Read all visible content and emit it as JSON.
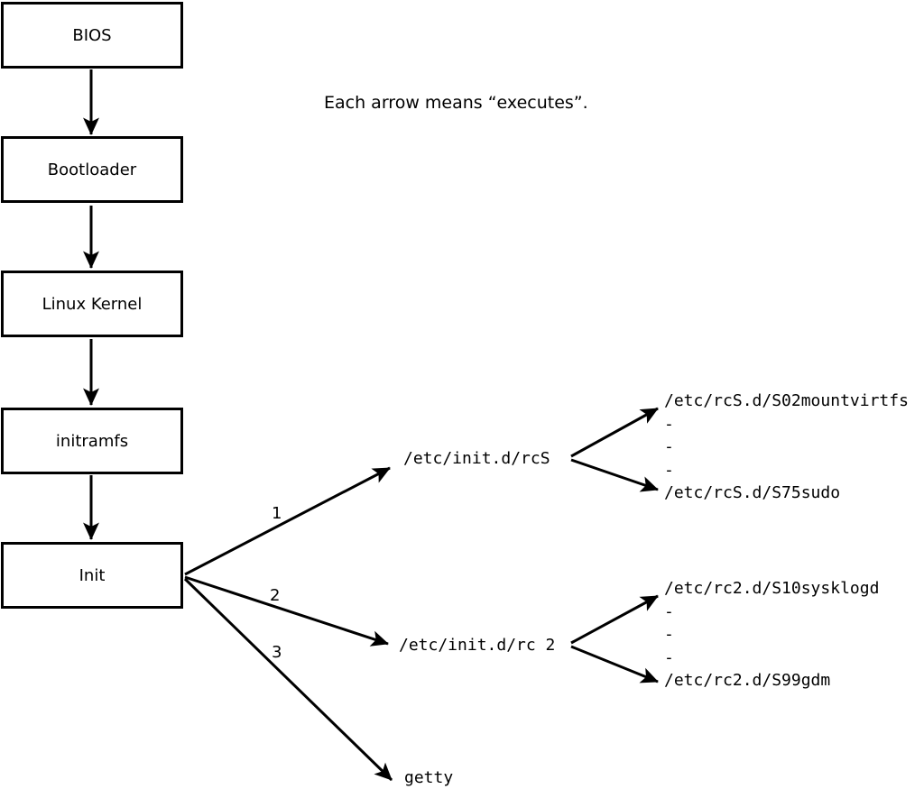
{
  "note": "Each arrow means “executes”.",
  "boot_chain": {
    "boxes": [
      {
        "label": "BIOS"
      },
      {
        "label": "Bootloader"
      },
      {
        "label": "Linux Kernel"
      },
      {
        "label": "initramfs"
      },
      {
        "label": "Init"
      }
    ]
  },
  "init_branches": [
    {
      "number": "1",
      "target": "/etc/init.d/rcS",
      "scripts": "/etc/rcS.d/S02mountvirtfs\n-\n-\n-\n/etc/rcS.d/S75sudo"
    },
    {
      "number": "2",
      "target": "/etc/init.d/rc 2",
      "scripts": "/etc/rc2.d/S10sysklogd\n-\n-\n-\n/etc/rc2.d/S99gdm"
    },
    {
      "number": "3",
      "target": "getty"
    }
  ],
  "colors": {
    "line": "#000000",
    "background": "#ffffff"
  }
}
